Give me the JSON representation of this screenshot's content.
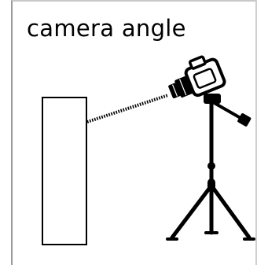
{
  "card": {
    "title": "camera angle"
  },
  "illustration": {
    "subject": "rectangle-subject",
    "device": "camera-on-tripod",
    "icons": [
      "camera-icon",
      "tripod-icon",
      "sight-line"
    ],
    "stroke_color": "#000000",
    "background_color": "#ffffff"
  }
}
